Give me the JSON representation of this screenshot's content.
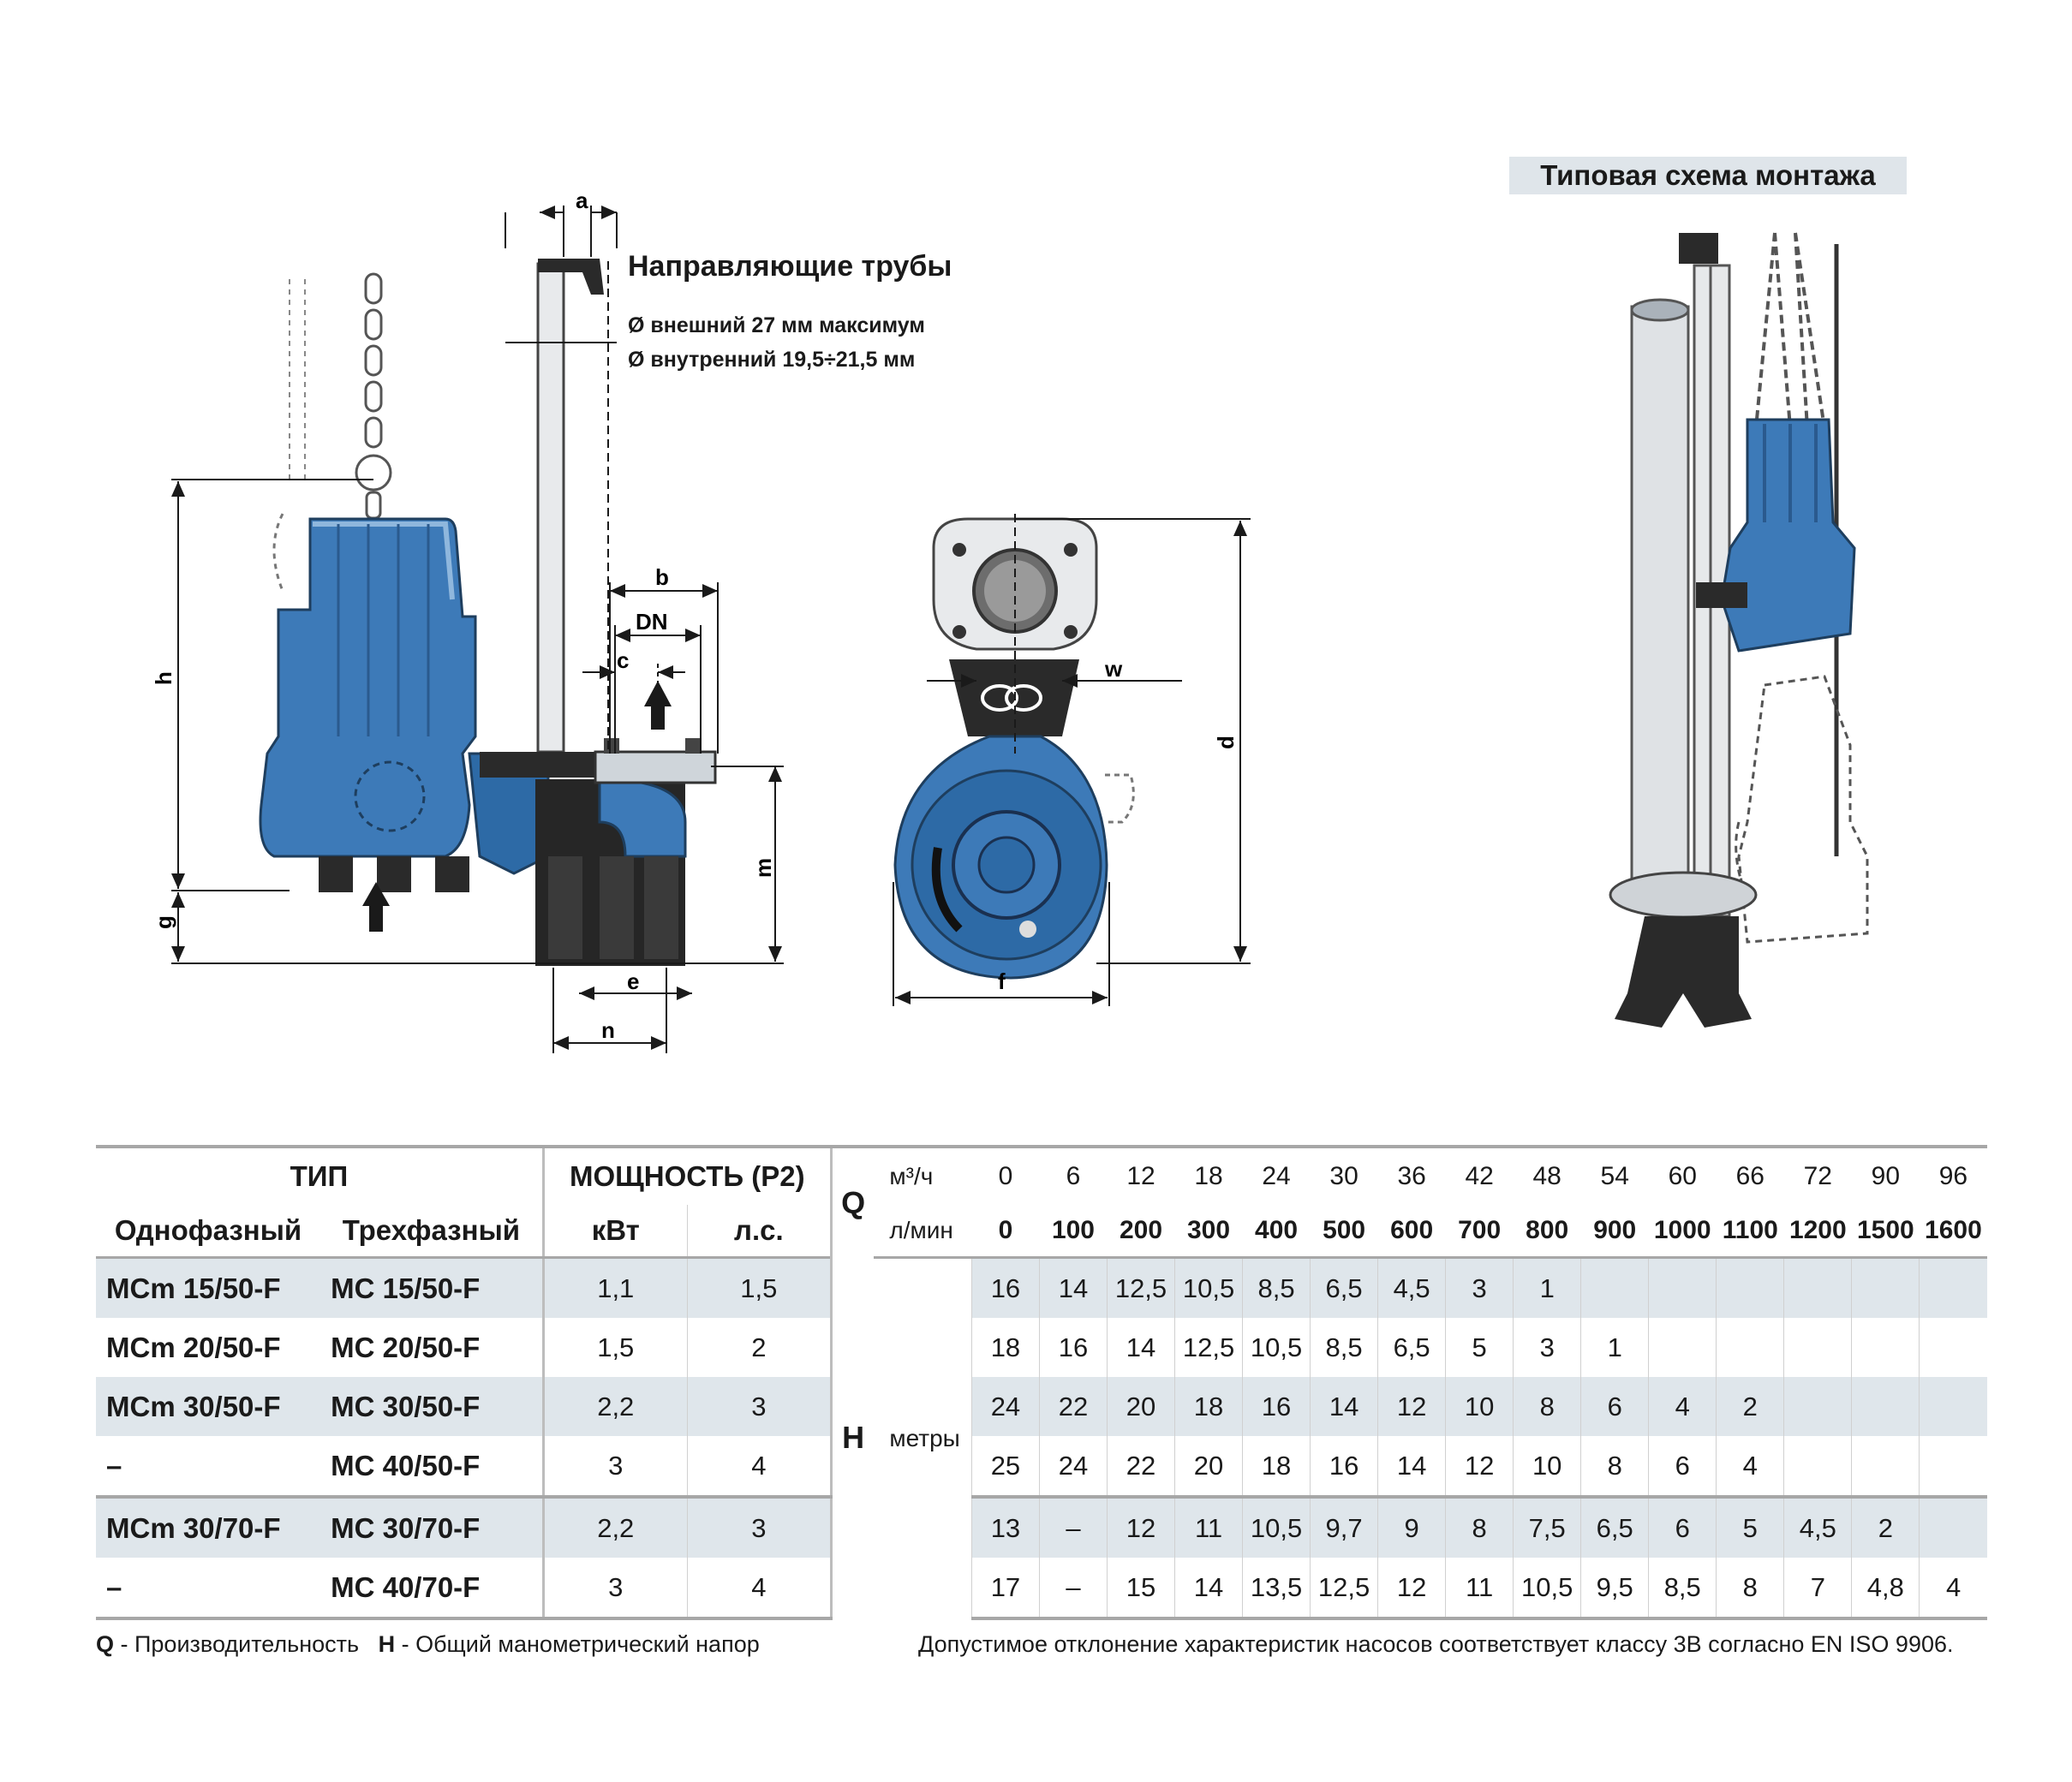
{
  "drawing": {
    "guide_title": "Направляющие трубы",
    "outer_diameter": "Ø внешний 27 мм максимум",
    "inner_diameter": "Ø внутренний 19,5÷21,5 мм",
    "dims": {
      "a": "a",
      "b": "b",
      "DN": "DN",
      "c": "c",
      "h": "h",
      "g": "g",
      "m": "m",
      "e": "e",
      "n": "n",
      "w": "w",
      "d": "d",
      "f": "f"
    }
  },
  "install_title": "Типовая схема монтажа",
  "table": {
    "head": {
      "type": "ТИП",
      "power": "МОЩНОСТЬ (P2)",
      "single_phase": "Однофазный",
      "three_phase": "Трехфазный",
      "kw": "кВт",
      "hp": "л.с.",
      "q_letter": "Q",
      "m3h_unit": "м³/ч",
      "lmin_unit": "л/мин",
      "h_letter": "H",
      "h_unit": "метры"
    },
    "q_m3h": [
      "0",
      "6",
      "12",
      "18",
      "24",
      "30",
      "36",
      "42",
      "48",
      "54",
      "60",
      "66",
      "72",
      "90",
      "96"
    ],
    "q_lmin": [
      "0",
      "100",
      "200",
      "300",
      "400",
      "500",
      "600",
      "700",
      "800",
      "900",
      "1000",
      "1100",
      "1200",
      "1500",
      "1600"
    ],
    "rows": [
      {
        "single": "MCm 15/50-F",
        "three": "MC 15/50-F",
        "kw": "1,1",
        "hp": "1,5",
        "h": [
          "16",
          "14",
          "12,5",
          "10,5",
          "8,5",
          "6,5",
          "4,5",
          "3",
          "1",
          "",
          "",
          "",
          "",
          "",
          ""
        ]
      },
      {
        "single": "MCm 20/50-F",
        "three": "MC 20/50-F",
        "kw": "1,5",
        "hp": "2",
        "h": [
          "18",
          "16",
          "14",
          "12,5",
          "10,5",
          "8,5",
          "6,5",
          "5",
          "3",
          "1",
          "",
          "",
          "",
          "",
          ""
        ]
      },
      {
        "single": "MCm 30/50-F",
        "three": "MC 30/50-F",
        "kw": "2,2",
        "hp": "3",
        "h": [
          "24",
          "22",
          "20",
          "18",
          "16",
          "14",
          "12",
          "10",
          "8",
          "6",
          "4",
          "2",
          "",
          "",
          ""
        ]
      },
      {
        "single": "–",
        "three": "MC 40/50-F",
        "kw": "3",
        "hp": "4",
        "h": [
          "25",
          "24",
          "22",
          "20",
          "18",
          "16",
          "14",
          "12",
          "10",
          "8",
          "6",
          "4",
          "",
          "",
          ""
        ]
      },
      {
        "single": "MCm 30/70-F",
        "three": "MC 30/70-F",
        "kw": "2,2",
        "hp": "3",
        "h": [
          "13",
          "–",
          "12",
          "11",
          "10,5",
          "9,7",
          "9",
          "8",
          "7,5",
          "6,5",
          "6",
          "5",
          "4,5",
          "2",
          ""
        ]
      },
      {
        "single": "–",
        "three": "MC 40/70-F",
        "kw": "3",
        "hp": "4",
        "h": [
          "17",
          "–",
          "15",
          "14",
          "13,5",
          "12,5",
          "12",
          "11",
          "10,5",
          "9,5",
          "8,5",
          "8",
          "7",
          "4,8",
          "4"
        ]
      }
    ]
  },
  "legend": {
    "q_letter": "Q",
    "q_text": " - Производительность",
    "h_letter": "H",
    "h_text": " - Общий манометрический напор",
    "note": "Допустимое отклонение характеристик насосов соответствует классу 3В согласно EN ISO 9906."
  },
  "colors": {
    "pump_blue": "#3d7ab8",
    "base_dark": "#2a2a2a",
    "shade": "#dfe6eb",
    "rule": "#a7a7a7"
  }
}
